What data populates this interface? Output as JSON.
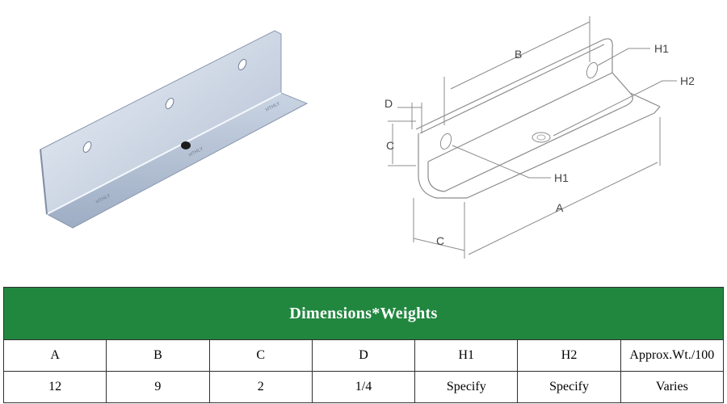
{
  "photo": {
    "stamp_text": "HTHLY"
  },
  "diagram": {
    "labels": {
      "a": "A",
      "b": "B",
      "c_height": "C",
      "c_width": "C",
      "d": "D",
      "h1_top": "H1",
      "h1_bottom": "H1",
      "h2": "H2"
    }
  },
  "table": {
    "title": "Dimensions*Weights",
    "headers": [
      "A",
      "B",
      "C",
      "D",
      "H1",
      "H2",
      "Approx.Wt./100"
    ],
    "rows": [
      [
        "12",
        "9",
        "2",
        "1/4",
        "Specify",
        "Specify",
        "Varies"
      ]
    ]
  },
  "colors": {
    "title_bg": "#21873f",
    "title_text": "#ffffff",
    "metal_light": "#e3eaf3",
    "metal_mid": "#b5c3d6",
    "metal_dark": "#8696ad"
  }
}
